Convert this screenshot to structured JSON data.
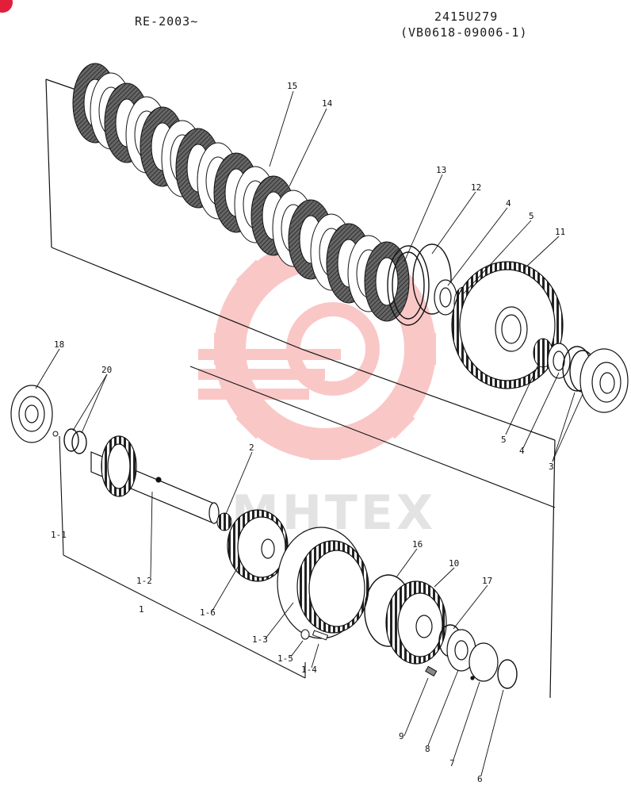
{
  "header": {
    "series": "RE-2003~",
    "part_code": "2415U279",
    "ref_code": "(VB0618-09006-1)"
  },
  "watermark": {
    "text": "MHTEX",
    "color": "#f04a4a"
  },
  "callouts": {
    "c15": "15",
    "c14": "14",
    "c13": "13",
    "c12": "12",
    "c4a": "4",
    "c5a": "5",
    "c11": "11",
    "c5b": "5",
    "c4b": "4",
    "c3": "3",
    "c18": "18",
    "c20": "20",
    "c2": "2",
    "c1_1": "1-1",
    "c1_2": "1-2",
    "c1": "1",
    "c1_6": "1-6",
    "c1_3": "1-3",
    "c1_5": "1-5",
    "c1_4": "1-4",
    "c16": "16",
    "c10": "10",
    "c17": "17",
    "c9": "9",
    "c8": "8",
    "c7": "7",
    "c6": "6"
  },
  "colors": {
    "line": "#111111",
    "badge": "#e21f3a"
  }
}
